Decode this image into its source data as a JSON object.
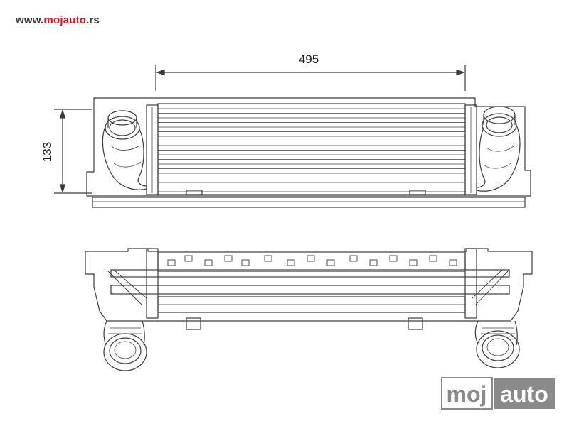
{
  "header": {
    "url_prefix": "www.",
    "url_brand": "mojauto",
    "url_suffix": ".rs"
  },
  "dimensions": {
    "width_label": "495",
    "height_label": "133"
  },
  "logo": {
    "part1": "moj",
    "part2": "auto"
  },
  "colors": {
    "brand_red": "#d9141b",
    "logo_grey": "#8a8a8a",
    "line": "#3c3c3c"
  }
}
